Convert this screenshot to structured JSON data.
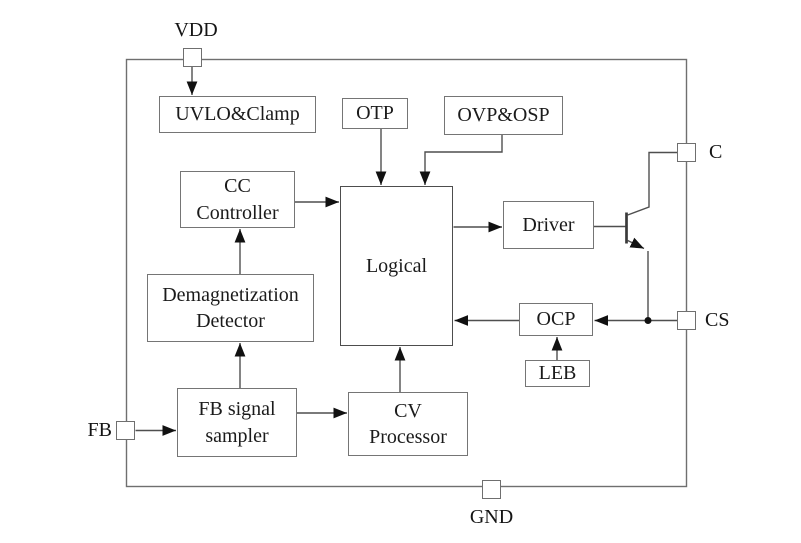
{
  "diagram": {
    "type": "ic-functional-block-diagram",
    "blocks": [
      {
        "id": "uvlo-clamp",
        "lines": [
          "UVLO&Clamp"
        ]
      },
      {
        "id": "otp",
        "lines": [
          "OTP"
        ]
      },
      {
        "id": "ovp-osp",
        "lines": [
          "OVP&OSP"
        ]
      },
      {
        "id": "cc-controller",
        "lines": [
          "CC",
          "Controller"
        ]
      },
      {
        "id": "logical",
        "lines": [
          "Logical"
        ]
      },
      {
        "id": "driver",
        "lines": [
          "Driver"
        ]
      },
      {
        "id": "demagnetization-detector",
        "lines": [
          "Demagnetization",
          "Detector"
        ]
      },
      {
        "id": "ocp",
        "lines": [
          "OCP"
        ]
      },
      {
        "id": "leb",
        "lines": [
          "LEB"
        ]
      },
      {
        "id": "fb-signal-sampler",
        "lines": [
          "FB signal",
          "sampler"
        ]
      },
      {
        "id": "cv-processor",
        "lines": [
          "CV",
          "Processor"
        ]
      }
    ],
    "pins": [
      {
        "id": "vdd",
        "label": "VDD"
      },
      {
        "id": "c",
        "label": "C"
      },
      {
        "id": "cs",
        "label": "CS"
      },
      {
        "id": "fb",
        "label": "FB"
      },
      {
        "id": "gnd",
        "label": "GND"
      }
    ],
    "symbols": [
      {
        "id": "npn-transistor",
        "description": "NPN bipolar transistor between Driver output, C pin and CS sense node"
      }
    ],
    "connections": [
      {
        "from": "vdd-pin",
        "to": "uvlo-clamp",
        "arrow": true
      },
      {
        "from": "otp",
        "to": "logical",
        "arrow": true
      },
      {
        "from": "ovp-osp",
        "to": "logical",
        "arrow": true
      },
      {
        "from": "cc-controller",
        "to": "logical",
        "arrow": true
      },
      {
        "from": "demagnetization-detector",
        "to": "cc-controller",
        "arrow": true
      },
      {
        "from": "fb-signal-sampler",
        "to": "demagnetization-detector",
        "arrow": true
      },
      {
        "from": "fb-pin",
        "to": "fb-signal-sampler",
        "arrow": true
      },
      {
        "from": "fb-signal-sampler",
        "to": "cv-processor",
        "arrow": true
      },
      {
        "from": "cv-processor",
        "to": "logical",
        "arrow": true
      },
      {
        "from": "logical",
        "to": "driver",
        "arrow": true
      },
      {
        "from": "driver",
        "to": "npn-transistor-base",
        "arrow": false
      },
      {
        "from": "npn-transistor-collector",
        "to": "c-pin",
        "arrow": false
      },
      {
        "from": "npn-transistor-emitter",
        "to": "cs-node",
        "arrow": true
      },
      {
        "from": "cs-pin",
        "to": "ocp",
        "arrow": true
      },
      {
        "from": "ocp",
        "to": "logical",
        "arrow": true
      },
      {
        "from": "leb",
        "to": "ocp",
        "arrow": true
      }
    ],
    "colors": {
      "background": "#ffffff",
      "wire": "#4f4f4f",
      "box_border": "#757575",
      "arrowhead": "#111111",
      "text": "#1b1b1b"
    }
  }
}
